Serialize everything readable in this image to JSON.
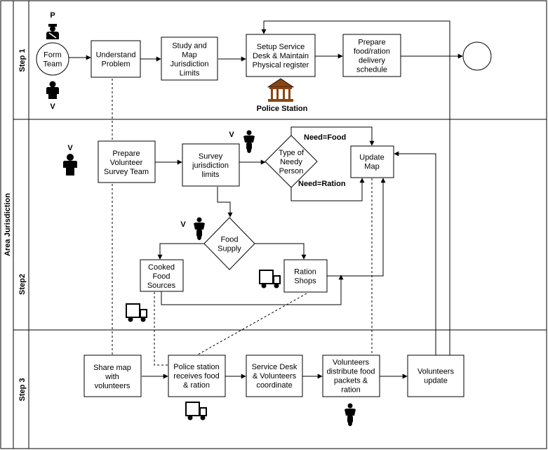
{
  "pool": {
    "title": "Area Jurisdiction"
  },
  "lanes": [
    {
      "label": "Step 1"
    },
    {
      "label": "Step2"
    },
    {
      "label": "Step 3"
    }
  ],
  "nodes": {
    "form_team": [
      "Form",
      "Team"
    ],
    "understand": [
      "Understand",
      "Problem"
    ],
    "study": [
      "Study and",
      "Map",
      "Jurisdiction",
      "Limits"
    ],
    "setup": [
      "Setup Service",
      "Desk & Maintain",
      "Physical register"
    ],
    "prepare_food": [
      "Prepare",
      "food/ration",
      "delivery",
      "schedule"
    ],
    "prepare_vol": [
      "Prepare",
      "Volunteer",
      "Survey Team"
    ],
    "survey": [
      "Survey",
      "jurisdiction",
      "limits"
    ],
    "type_needy": [
      "Type of",
      "Needy",
      "Person"
    ],
    "update_map": [
      "Update",
      "Map"
    ],
    "food_supply": [
      "Food",
      "Supply"
    ],
    "cooked": [
      "Cooked",
      "Food",
      "Sources"
    ],
    "ration_shops": [
      "Ration",
      "Shops"
    ],
    "share_map": [
      "Share map",
      "with",
      "volunteers"
    ],
    "police_receives": [
      "Police station",
      "receives food",
      "& ration"
    ],
    "service_desk": [
      "Service Desk",
      "& Volunteers",
      "coordinate"
    ],
    "vol_distribute": [
      "Volunteers",
      "distribute food",
      "packets &",
      "ration"
    ],
    "vol_update": [
      "Volunteers",
      "update"
    ]
  },
  "edge_labels": {
    "need_food": "Need=Food",
    "need_ration": "Need=Ration"
  },
  "icon_labels": {
    "p": "P",
    "v_step1": "V",
    "police_station": "Police Station",
    "v_team": "V",
    "v_bike_top": "V",
    "v_bike_mid": "V"
  },
  "icons": [
    "police-officer-icon",
    "person-icon",
    "police-station-icon",
    "motorbike-icon",
    "truck-icon"
  ],
  "colors": {
    "stroke": "#000000",
    "fill": "#ffffff",
    "station_roof": "#8b4513"
  }
}
